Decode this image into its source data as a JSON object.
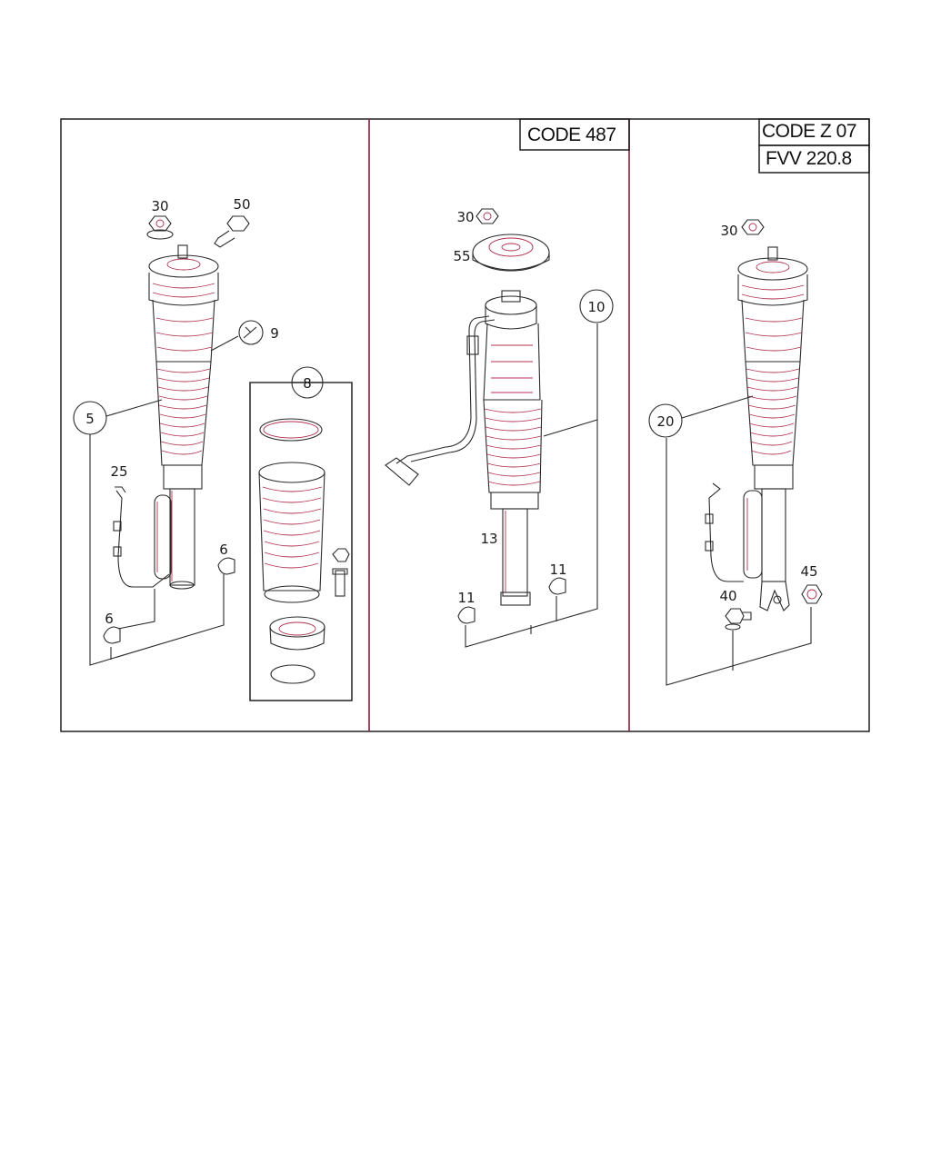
{
  "header": {
    "code_487": "CODE 487",
    "code_z07": "CODE Z 07",
    "fvv": "FVV 220.8"
  },
  "callouts": {
    "p5": "5",
    "p6a": "6",
    "p6b": "6",
    "p8": "8",
    "p9": "9",
    "p10": "10",
    "p11a": "11",
    "p11b": "11",
    "p13": "13",
    "p20": "20",
    "p25": "25",
    "p30a": "30",
    "p30b": "30",
    "p30c": "30",
    "p40": "40",
    "p45": "45",
    "p50": "50",
    "p55": "55"
  }
}
